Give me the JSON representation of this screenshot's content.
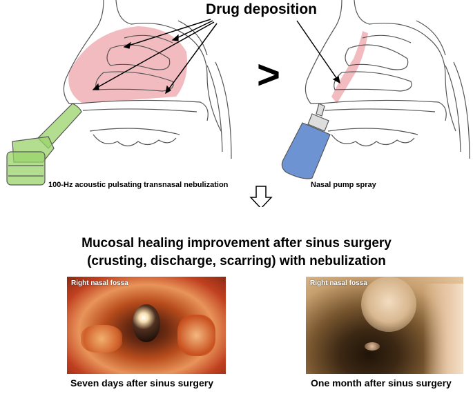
{
  "figure": {
    "title": "Drug deposition",
    "comparison_symbol": ">",
    "left_device_caption": "100-Hz acoustic pulsating transnasal nebulization",
    "right_device_caption": "Nasal pump spray",
    "headline_line1": "Mucosal healing improvement after sinus surgery",
    "headline_line2": "(crusting, discharge, scarring) with nebulization",
    "photos": [
      {
        "label": "Right nasal fossa",
        "caption": "Seven days after sinus surgery"
      },
      {
        "label": "Right nasal fossa",
        "caption": "One month after sinus surgery"
      }
    ],
    "colors": {
      "deposition_red": "#e8848c",
      "nebulizer_green": "#9ad36a",
      "spray_blue": "#4a78c8",
      "sketch_line": "#555555"
    },
    "icons": [
      "down-arrow-icon"
    ]
  }
}
